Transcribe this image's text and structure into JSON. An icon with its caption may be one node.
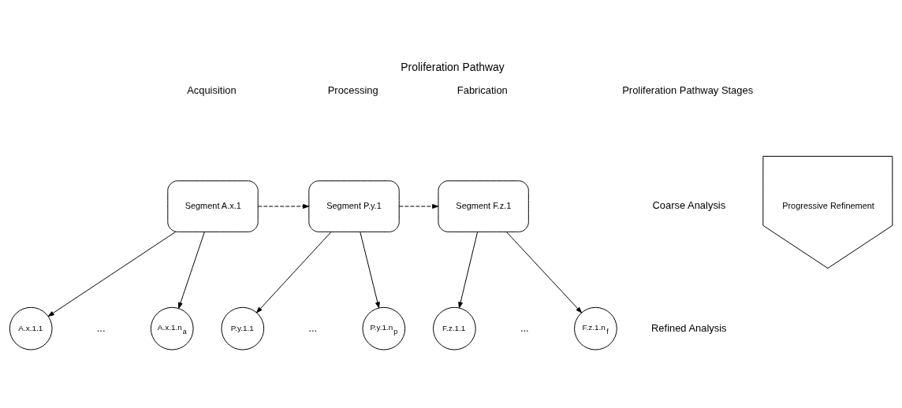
{
  "diagram": {
    "title": "Proliferation Pathway",
    "nodes": [
      {
        "text": [
          "Segment A.x.1"
        ]
      },
      {
        "text": [
          "Segment P.y.1"
        ]
      },
      {
        "text": [
          "Segment F.z.1"
        ]
      },
      {
        "text": [
          "A.x.1.1"
        ]
      },
      {
        "text": [
          "A.x.1.n$_{a}$"
        ]
      },
      {
        "text": [
          "P.y.1.1"
        ]
      },
      {
        "text": [
          "P.y.1.n$_{p}$"
        ]
      },
      {
        "text": [
          "F.z.1.1"
        ]
      },
      {
        "text": [
          "F.z.1.n$_{f}$"
        ]
      },
      {
        "text": [
          "Progressive Refinement"
        ]
      }
    ],
    "edges": [
      {
        "from": 0,
        "to": 1,
        "arrow": "to",
        "style": "dashed"
      },
      {
        "from": 1,
        "to": 2,
        "arrow": "to",
        "style": "dashed"
      },
      {
        "from": 0,
        "to": 3,
        "arrow": "to"
      },
      {
        "from": 0,
        "to": 4,
        "arrow": "to"
      },
      {
        "from": 1,
        "to": 5,
        "arrow": "to"
      },
      {
        "from": 1,
        "to": 6,
        "arrow": "to"
      },
      {
        "from": 2,
        "to": 7,
        "arrow": "to"
      },
      {
        "from": 2,
        "to": 8,
        "arrow": "to"
      }
    ],
    "labels": [
      "Acquisition",
      "Processing",
      "Fabrication",
      "Proliferation Pathway Stages",
      "Coarse Analysis",
      "...",
      "...",
      "...",
      "Refined Analysis"
    ]
  }
}
